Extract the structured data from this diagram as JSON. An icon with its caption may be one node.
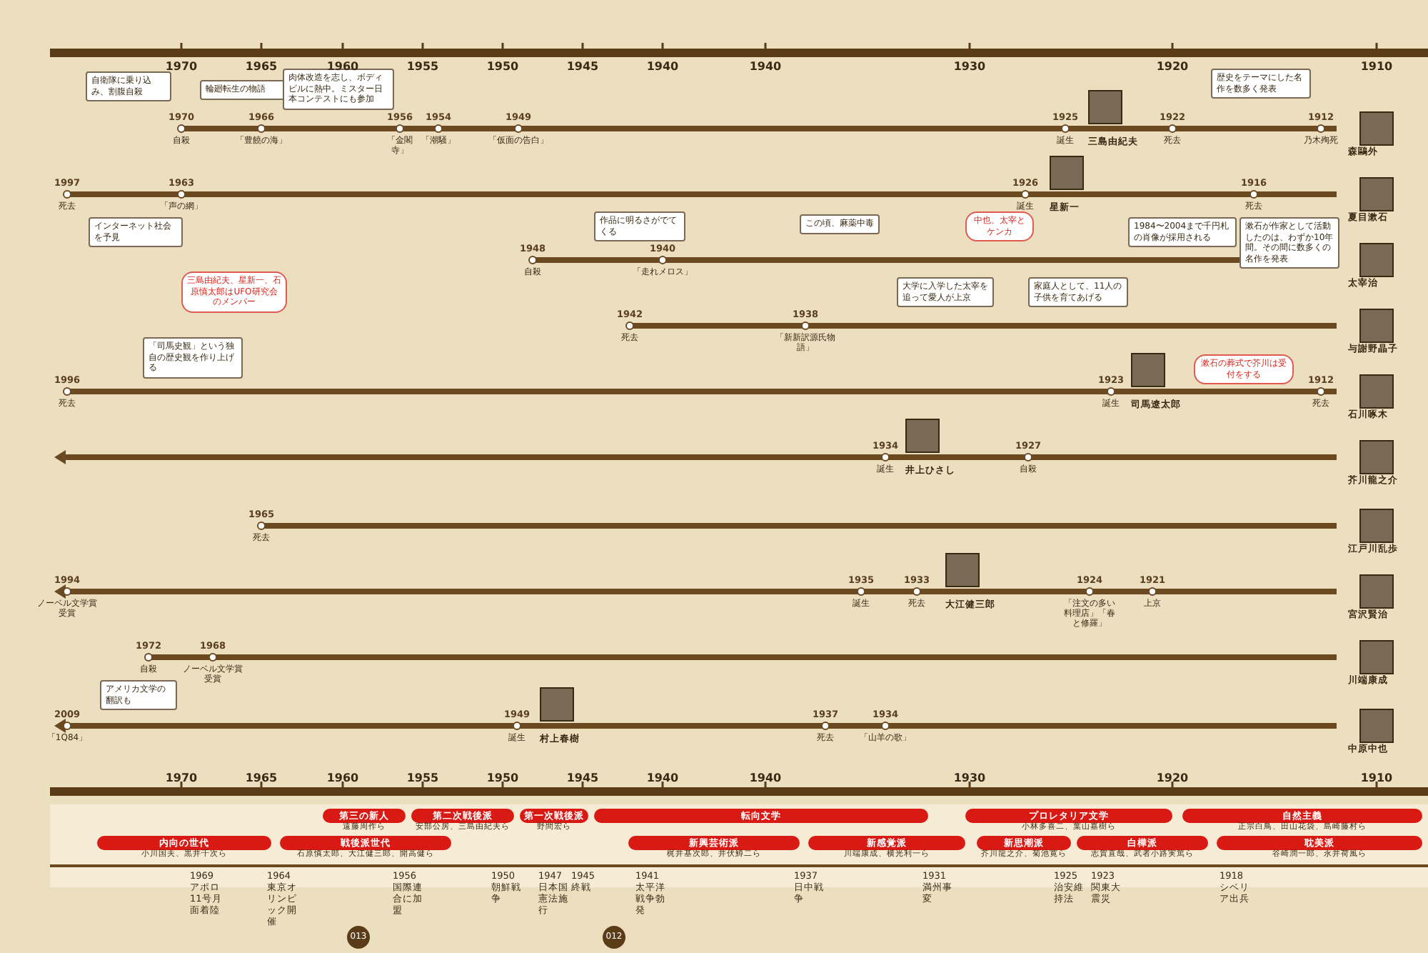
{
  "diagram": {
    "nodes": [
      {
        "text": [
          "三島由紀夫"
        ]
      },
      {
        "text": [
          "森鷗外"
        ]
      },
      {
        "text": [
          "星新一"
        ]
      },
      {
        "text": [
          "夏目漱石"
        ]
      },
      {
        "text": [
          "太宰治"
        ]
      },
      {
        "text": [
          "与謝野晶子"
        ]
      },
      {
        "text": [
          "司馬遼太郎"
        ]
      },
      {
        "text": [
          "石川啄木"
        ]
      },
      {
        "text": [
          "井上ひさし"
        ]
      },
      {
        "text": [
          "芥川龍之介"
        ]
      },
      {
        "text": [
          "江戸川乱歩"
        ]
      },
      {
        "text": [
          "大江健三郎"
        ]
      },
      {
        "text": [
          "宮沢賢治"
        ]
      },
      {
        "text": [
          "川端康成"
        ]
      },
      {
        "text": [
          "村上春樹"
        ]
      },
      {
        "text": [
          "中原中也"
        ]
      },
      {
        "text": [
          "自衛隊に乗り込み、割腹自殺"
        ]
      },
      {
        "text": [
          "輪廻転生の物語"
        ]
      },
      {
        "text": [
          "肉体改造を志し、ボディビルに熱中。ミスター日本コンテストにも参加"
        ]
      },
      {
        "text": [
          "歴史をテーマにした名作を数多く発表"
        ]
      },
      {
        "text": [
          "インターネット社会を予見"
        ]
      },
      {
        "text": [
          "1984〜2004まで千円札の肖像が採用される"
        ]
      },
      {
        "text": [
          "漱石が作家として活動したのは、わずか10年間。その間に数多くの名作を発表"
        ]
      },
      {
        "text": [
          "作品に明るさがでてくる"
        ]
      },
      {
        "text": [
          "この頃、麻薬中毒"
        ]
      },
      {
        "text": [
          "中也、太宰とケンカ"
        ]
      },
      {
        "text": [
          "三島由紀夫、星新一、石原慎太郎はUFO研究会のメンバー"
        ]
      },
      {
        "text": [
          "大学に入学した太宰を追って愛人が上京"
        ]
      },
      {
        "text": [
          "家庭人として、11人の子供を育てあげる"
        ]
      },
      {
        "text": [
          "「司馬史観」という独自の歴史観を作り上げる"
        ]
      },
      {
        "text": [
          "漱石の葬式で芥川は受付をする"
        ]
      },
      {
        "text": [
          "アメリカ文学の翻訳も"
        ]
      },
      {
        "text": [
          "第三の新人",
          "遠藤周作ら"
        ]
      },
      {
        "text": [
          "第二次戦後派",
          "安部公房、三島由紀夫ら"
        ]
      },
      {
        "text": [
          "第一次戦後派",
          "野間宏ら"
        ]
      },
      {
        "text": [
          "転向文学"
        ]
      },
      {
        "text": [
          "プロレタリア文学",
          "小林多喜二、葉山嘉樹ら"
        ]
      },
      {
        "text": [
          "自然主義",
          "正宗白鳥、田山花袋、島崎藤村ら"
        ]
      },
      {
        "text": [
          "内向の世代",
          "小川国夫、黒井千次ら"
        ]
      },
      {
        "text": [
          "戦後派世代",
          "石原慎太郎、大江健三郎、開高健ら"
        ]
      },
      {
        "text": [
          "新興芸術派",
          "梶井基次郎、井伏鱒二ら"
        ]
      },
      {
        "text": [
          "新感覚派",
          "川端康成、横光利一ら"
        ]
      },
      {
        "text": [
          "新思潮派",
          "芥川龍之介、菊池寛ら"
        ]
      },
      {
        "text": [
          "白樺派",
          "志賀直哉、武者小路実篤ら"
        ]
      },
      {
        "text": [
          "耽美派",
          "谷崎潤一郎、永井荷風ら"
        ]
      }
    ],
    "labels": [
      "1970",
      "1965",
      "1960",
      "1955",
      "1950",
      "1945",
      "1940",
      "1940",
      "1930",
      "1920",
      "1910",
      "1970",
      "自殺",
      "1966",
      "「豊饒の海」",
      "1956",
      "「金閣寺」",
      "1954",
      "「潮騒」",
      "1949",
      "「仮面の告白」",
      "1925",
      "誕生",
      "1922",
      "死去",
      "1912",
      "乃木殉死",
      "1997",
      "死去",
      "1963",
      "「声の網」",
      "1926",
      "誕生",
      "1916",
      "死去",
      "1948",
      "自殺",
      "1940",
      "「走れメロス」",
      "1942",
      "死去",
      "1938",
      "「新新訳源氏物語」",
      "1996",
      "死去",
      "1923",
      "誕生",
      "1912",
      "死去",
      "1934",
      "誕生",
      "1927",
      "自殺",
      "1965",
      "死去",
      "1994",
      "ノーベル文学賞受賞",
      "1935",
      "誕生",
      "1933",
      "死去",
      "1924",
      "「注文の多い料理店」「春と修羅」",
      "1921",
      "上京",
      "1972",
      "自殺",
      "1968",
      "ノーベル文学賞受賞",
      "2009",
      "「1Q84」",
      "1949",
      "誕生",
      "1937",
      "死去",
      "1934",
      "「山羊の歌」",
      "1970",
      "1965",
      "1960",
      "1955",
      "1950",
      "1945",
      "1940",
      "1940",
      "1930",
      "1920",
      "1910",
      "1969",
      "アポロ11号月面着陸",
      "1964",
      "東京オリンピック開催",
      "1956",
      "国際連合に加盟",
      "1950",
      "朝鮮戦争",
      "1947",
      "日本国憲法施行",
      "1945",
      "終戦",
      "1941",
      "太平洋戦争勃発",
      "1937",
      "日中戦争",
      "1931",
      "満州事変",
      "1925",
      "治安維持法",
      "1923",
      "関東大震災",
      "1918",
      "シベリア出兵",
      "013",
      "012"
    ]
  }
}
